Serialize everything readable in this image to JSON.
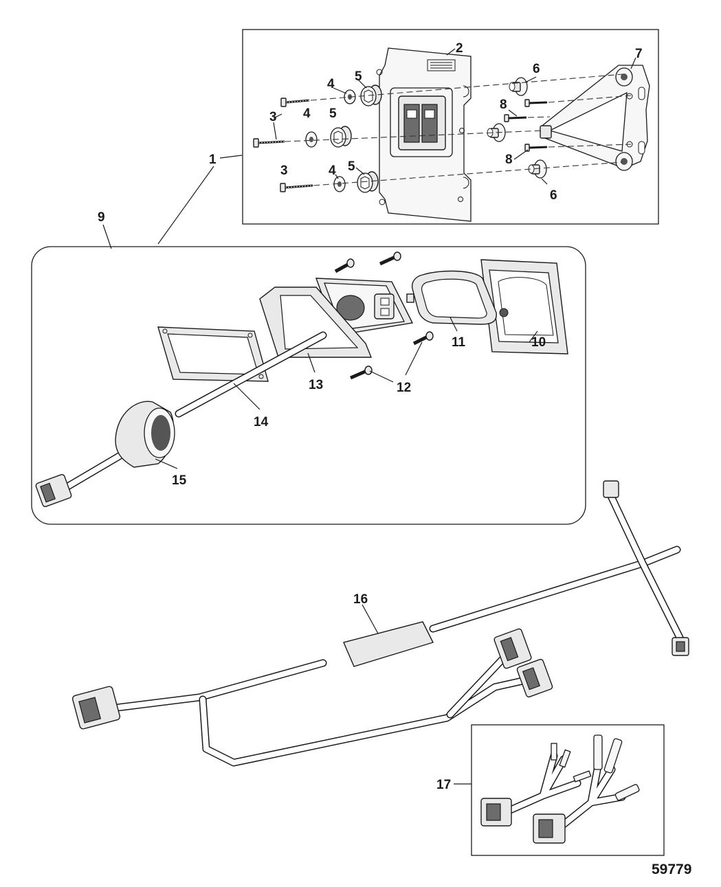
{
  "figure_number": "59779",
  "callouts": {
    "c1": "1",
    "c2": "2",
    "c3a": "3",
    "c3b": "3",
    "c4a": "4",
    "c4b": "4",
    "c4c": "4",
    "c5a": "5",
    "c5b": "5",
    "c5c": "5",
    "c6a": "6",
    "c6b": "6",
    "c7": "7",
    "c8a": "8",
    "c8b": "8",
    "c9": "9",
    "c10": "10",
    "c11": "11",
    "c12": "12",
    "c13": "13",
    "c14": "14",
    "c15": "15",
    "c16": "16",
    "c17": "17"
  }
}
